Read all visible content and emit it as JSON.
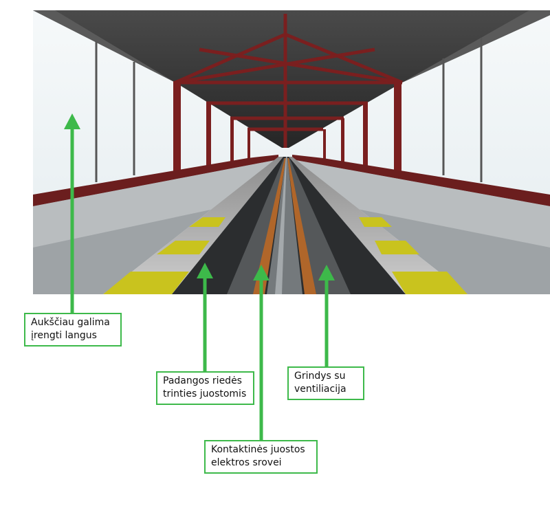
{
  "annotations": [
    {
      "id": "windows",
      "lines": [
        "Aukščiau galima",
        "įrengti langus"
      ]
    },
    {
      "id": "tire-strips",
      "lines": [
        "Padangos riedės",
        "trinties juostomis"
      ]
    },
    {
      "id": "floor-vent",
      "lines": [
        "Grindys su",
        "ventiliacija"
      ]
    },
    {
      "id": "contact",
      "lines": [
        "Kontaktinės juostos",
        "elektros srovei"
      ]
    }
  ],
  "colors": {
    "arrow": "#3db94a",
    "frame": "#7a1f1f",
    "roof": "#3a3a3a",
    "yellow_strip": "#c9c31e",
    "track_orange": "#b0662a",
    "sky": "#eef3f5"
  }
}
